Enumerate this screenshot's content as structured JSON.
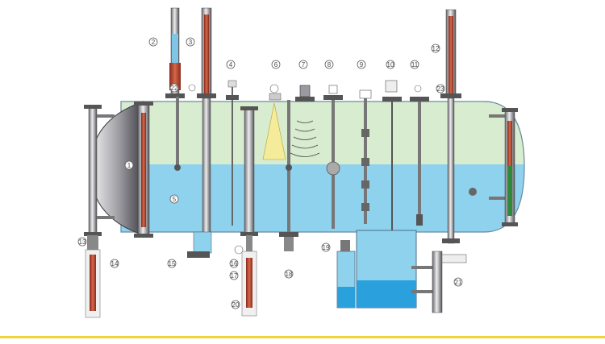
{
  "colors": {
    "vapor": "#d8ecd0",
    "liquid": "#8fd2ee",
    "liquid_deep": "#2aa0dc",
    "shell_outline": "#6a8aa0",
    "steel_dark": "#5c5c62",
    "steel_light": "#e6e6e8",
    "gauge_red": "#b0402a",
    "gauge_green": "#2e8a3a",
    "cone_yellow": "#f4ec9a",
    "rule": "#f2d23a"
  },
  "callouts": [
    {
      "id": "c2",
      "label": "2"
    },
    {
      "id": "c3",
      "label": "3"
    },
    {
      "id": "c4",
      "label": "4"
    },
    {
      "id": "c6",
      "label": "6"
    },
    {
      "id": "c7",
      "label": "7"
    },
    {
      "id": "c8",
      "label": "8"
    },
    {
      "id": "c9",
      "label": "9"
    },
    {
      "id": "c10",
      "label": "10"
    },
    {
      "id": "c11",
      "label": "11"
    },
    {
      "id": "c12",
      "label": "12"
    },
    {
      "id": "c1",
      "label": "1"
    },
    {
      "id": "c5",
      "label": "5"
    },
    {
      "id": "c13",
      "label": "13"
    },
    {
      "id": "c14",
      "label": "14"
    },
    {
      "id": "c15",
      "label": "15"
    },
    {
      "id": "c16",
      "label": "16"
    },
    {
      "id": "c17",
      "label": "17"
    },
    {
      "id": "c18",
      "label": "18"
    },
    {
      "id": "c19",
      "label": "19"
    },
    {
      "id": "c20",
      "label": "20"
    },
    {
      "id": "c21",
      "label": "21"
    },
    {
      "id": "c22",
      "label": "22"
    },
    {
      "id": "c23",
      "label": "23"
    }
  ]
}
